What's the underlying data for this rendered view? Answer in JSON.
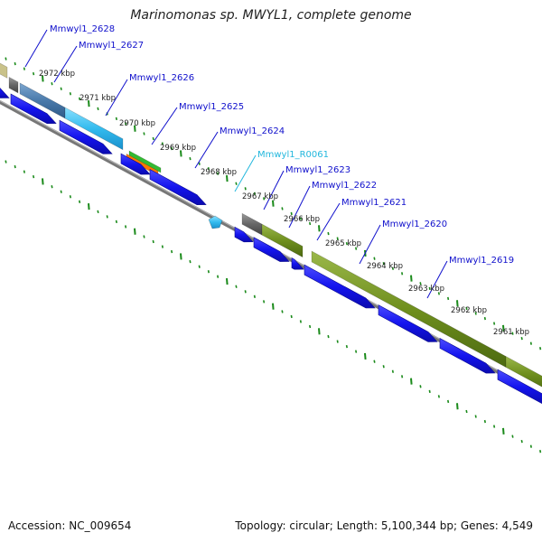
{
  "title": "Marinomonas sp. MWYL1, complete genome",
  "footer": {
    "accession": "Accession: NC_009654",
    "topology": "Topology: circular; Length: 5,100,344 bp; Genes: 4,549"
  },
  "colors": {
    "cds": "#1a1aee",
    "backbone": "#8a8a8a",
    "tick": "#1a8a1a",
    "label": "#1010cc",
    "rna_label": "#22b7dd",
    "olive": "#6f8f1e",
    "steel_blue": "#4a7aaa",
    "light_blue": "#33bbee",
    "green": "#33bb33",
    "orange": "#ff7700",
    "dark_gray": "#666666",
    "khaki": "#c9c28a"
  },
  "gene_labels": [
    "Mmwyl1_2628",
    "Mmwyl1_2627",
    "Mmwyl1_2626",
    "Mmwyl1_2625",
    "Mmwyl1_2624",
    "Mmwyl1_R0061",
    "Mmwyl1_2623",
    "Mmwyl1_2622",
    "Mmwyl1_2621",
    "Mmwyl1_2620",
    "Mmwyl1_2619"
  ],
  "kbp_labels": [
    "2972 kbp",
    "2971 kbp",
    "2970 kbp",
    "2969 kbp",
    "2968 kbp",
    "2967 kbp",
    "2966 kbp",
    "2965 kbp",
    "2964 kbp",
    "2963 kbp",
    "2962 kbp",
    "2961 kbp"
  ]
}
